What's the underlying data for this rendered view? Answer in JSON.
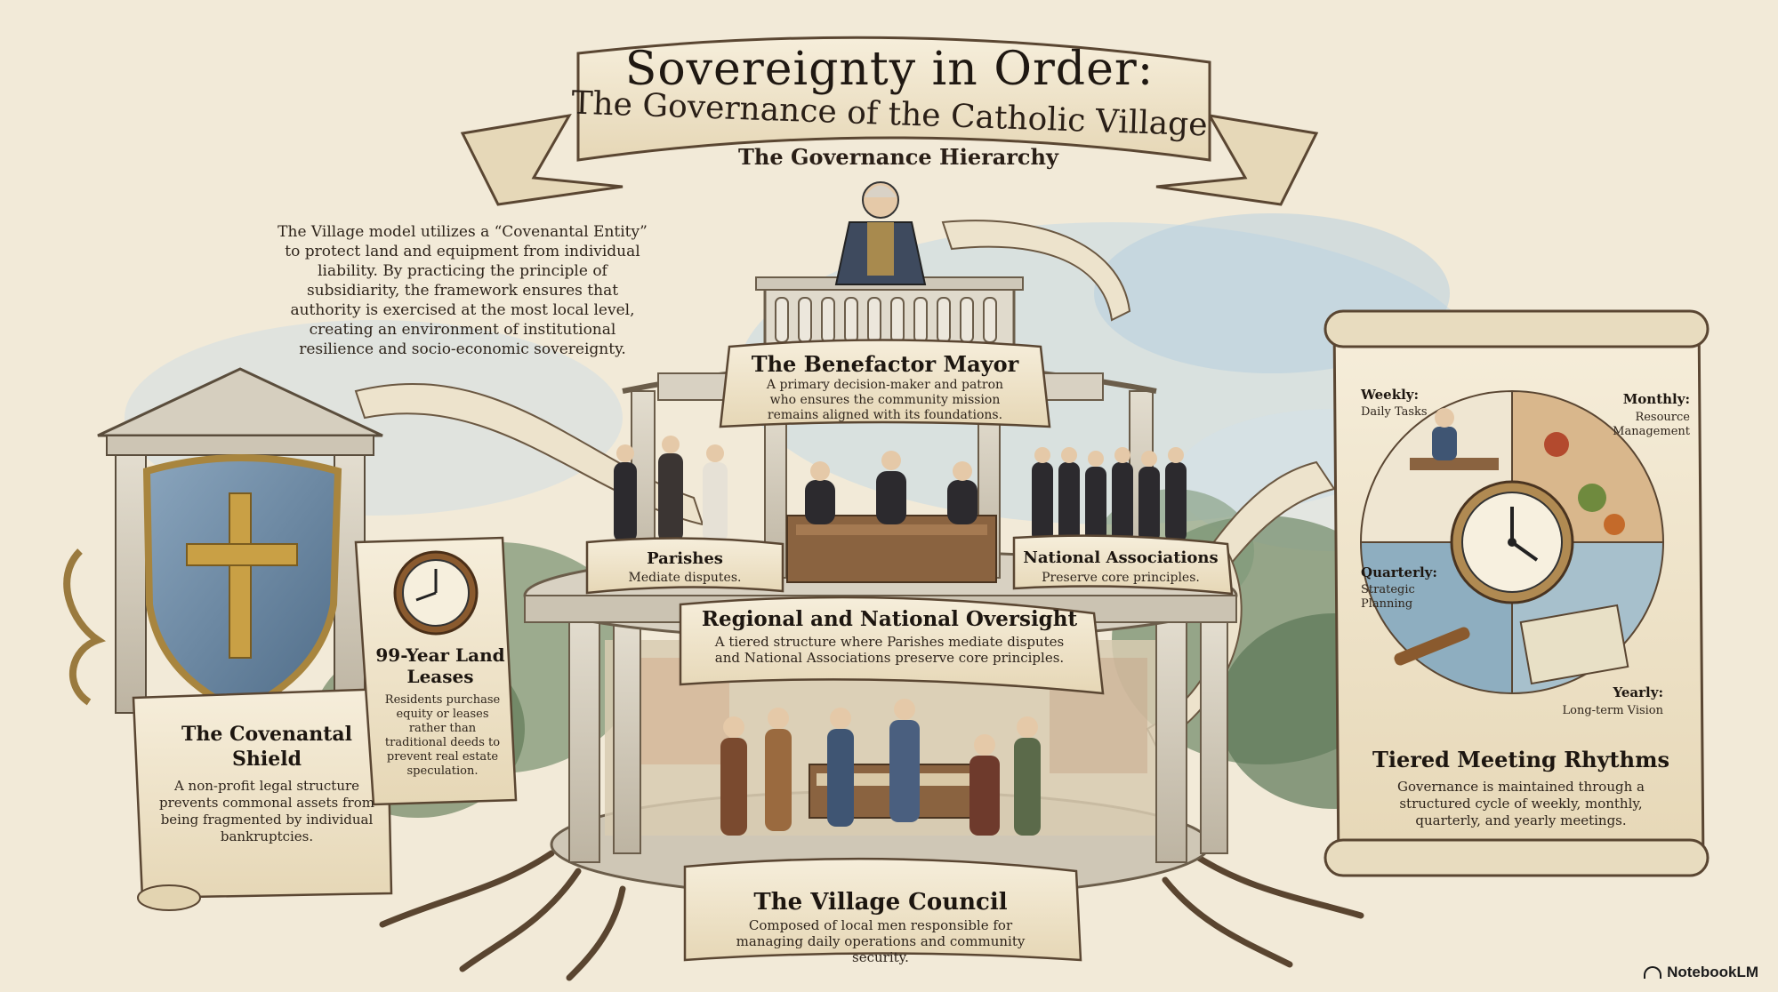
{
  "title": {
    "line1": "Sovereignty in Order:",
    "line2": "The Governance of the Catholic Village"
  },
  "hierarchy_heading": "The Governance Hierarchy",
  "intro_text": "The Village model utilizes a “Covenantal Entity” to protect land and equipment from individual liability. By practicing the principle of subsidiarity, the framework ensures that authority is exercised at the most local level, creating an environment of institutional resilience and socio-economic sovereignty.",
  "mayor": {
    "title": "The Benefactor Mayor",
    "desc": "A primary decision-maker and patron who ensures the community mission remains aligned with its foundations."
  },
  "parishes": {
    "title": "Parishes",
    "desc": "Mediate disputes."
  },
  "associations": {
    "title": "National Associations",
    "desc": "Preserve core principles."
  },
  "oversight": {
    "title": "Regional and National Oversight",
    "desc": "A tiered structure where Parishes mediate disputes and National Associations preserve core principles."
  },
  "council": {
    "title": "The Village Council",
    "desc": "Composed of local men responsible for managing daily operations and community security."
  },
  "shield": {
    "title": "The Covenantal Shield",
    "desc": "A non-profit legal structure prevents commonal assets from being fragmented by individual bankruptcies."
  },
  "leases": {
    "title": "99-Year Land Leases",
    "desc": "Residents purchase equity or leases rather than traditional deeds to prevent real estate speculation."
  },
  "rhythms": {
    "title": "Tiered Meeting Rhythms",
    "desc": "Governance is maintained through a structured cycle of weekly, monthly, quarterly, and yearly meetings.",
    "weekly": {
      "label": "Weekly:",
      "desc": "Daily Tasks"
    },
    "monthly": {
      "label": "Monthly:",
      "desc": "Resource Management"
    },
    "quarterly": {
      "label": "Quarterly:",
      "desc": "Strategic Planning"
    },
    "yearly": {
      "label": "Yearly:",
      "desc": "Long-term Vision"
    }
  },
  "footer": {
    "brand": "NotebookLM"
  },
  "colors": {
    "parchment": "#f2ead8",
    "scroll": "#efe4c9",
    "ink": "#2b2118",
    "stone": "#d9d2c3",
    "shield_blue": "#6f8fab",
    "cross_gold": "#c9a045",
    "sky_blue": "#b7cfe0",
    "foliage": "#6f8a6a"
  }
}
